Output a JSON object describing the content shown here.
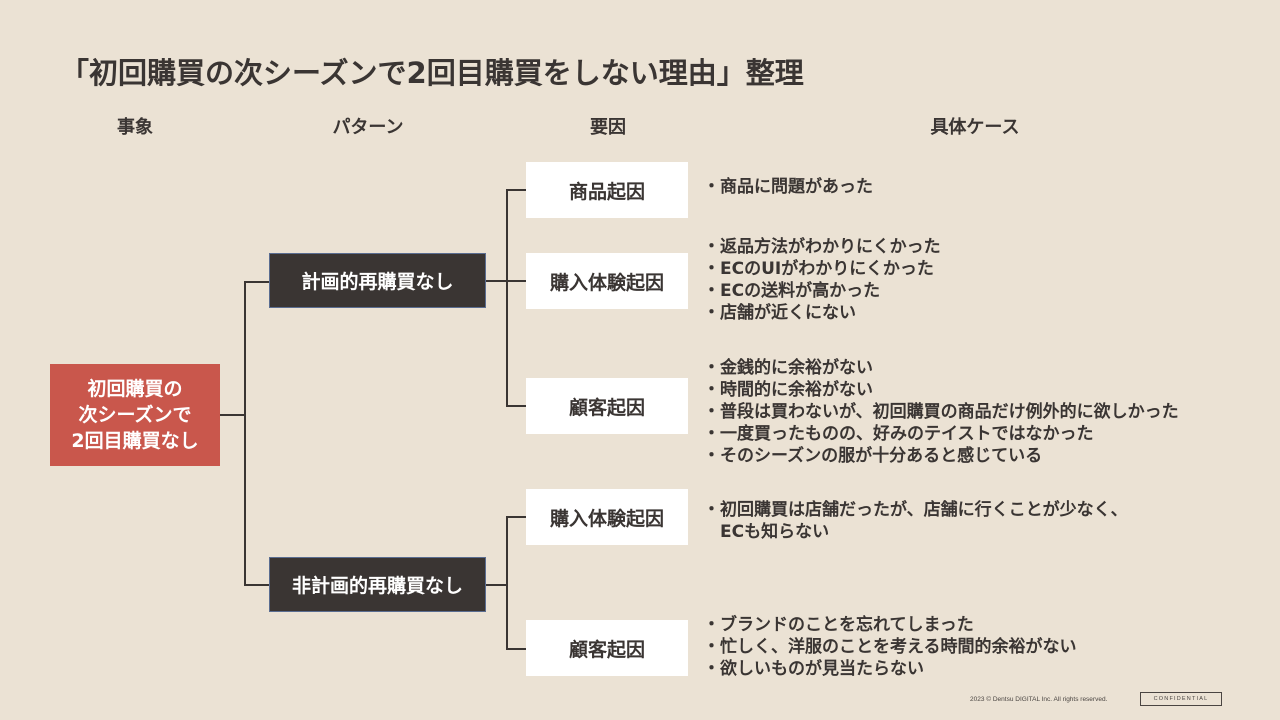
{
  "title": "「初回購買の次シーズンで2回目購買をしない理由」整理",
  "column_headers": {
    "event": "事象",
    "pattern": "パターン",
    "factor": "要因",
    "cases": "具体ケース"
  },
  "root": {
    "lines": [
      "初回購買の",
      "次シーズンで",
      "2回目購買なし"
    ],
    "color": "#c9574c"
  },
  "patterns": [
    {
      "label": "計画的再購買なし",
      "factors": [
        {
          "label": "商品起因",
          "cases": [
            "商品に問題があった"
          ]
        },
        {
          "label": "購入体験起因",
          "cases": [
            "返品方法がわかりにくかった",
            "ECのUIがわかりにくかった",
            "ECの送料が高かった",
            "店舗が近くにない"
          ]
        },
        {
          "label": "顧客起因",
          "cases": [
            "金銭的に余裕がない",
            "時間的に余裕がない",
            "普段は買わないが、初回購買の商品だけ例外的に欲しかった",
            "一度買ったものの、好みのテイストではなかった",
            "そのシーズンの服が十分あると感じている"
          ]
        }
      ]
    },
    {
      "label": "非計画的再購買なし",
      "factors": [
        {
          "label": "購入体験起因",
          "cases": [
            "初回購買は店舗だったが、店舗に行くことが少なく、",
            "ECも知らない"
          ]
        },
        {
          "label": "顧客起因",
          "cases": [
            "ブランドのことを忘れてしまった",
            "忙しく、洋服のことを考える時間的余裕がない",
            "欲しいものが見当たらない"
          ]
        }
      ]
    }
  ],
  "footer": {
    "copyright": "2023 © Dentsu DIGITAL Inc. All rights reserved.",
    "label": "CONFIDENTIAL"
  },
  "colors": {
    "background": "#ebe2d4",
    "root_box": "#c9574c",
    "pattern_box": "#3a3533",
    "cause_box": "#ffffff",
    "text": "#3a3533"
  }
}
